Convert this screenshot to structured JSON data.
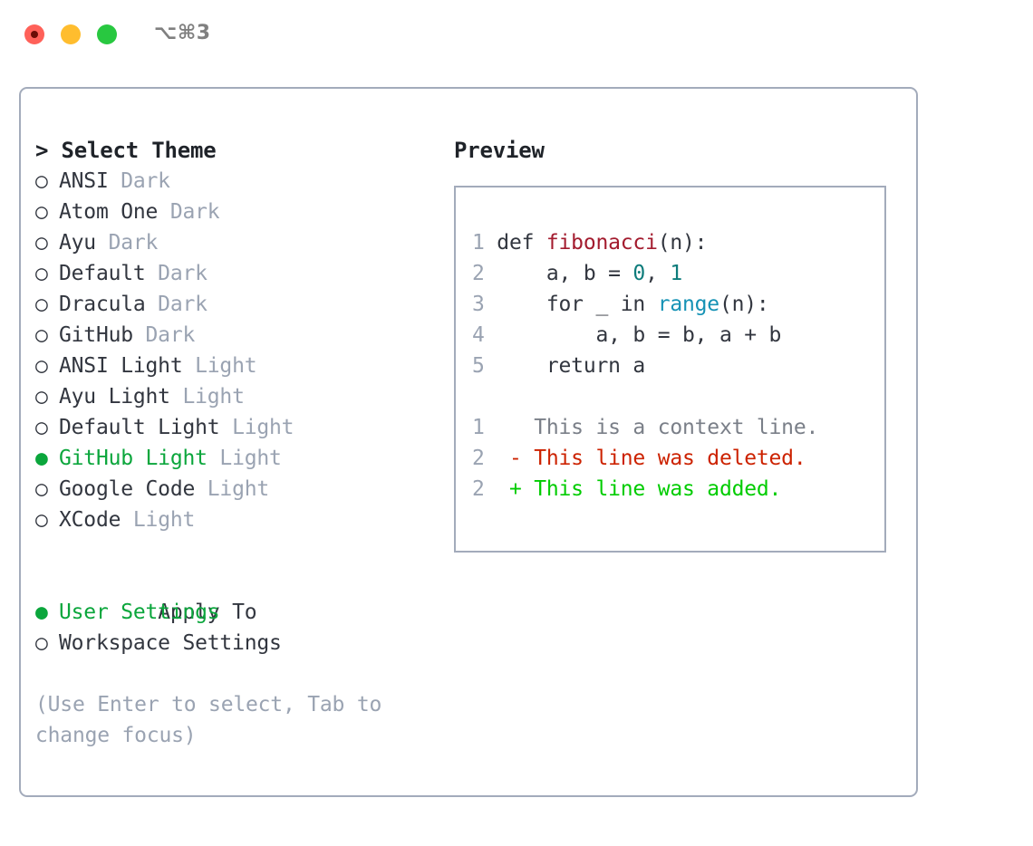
{
  "titlebar": {
    "shortcut": "⌥⌘3",
    "dots": [
      {
        "name": "close-dot",
        "color": "#ff6159"
      },
      {
        "name": "minimize-dot",
        "color": "#ffbd2e"
      },
      {
        "name": "maximize-dot",
        "color": "#28c840"
      }
    ]
  },
  "theme_panel": {
    "header": "> Select Theme",
    "items": [
      {
        "marker": "○",
        "name": "ANSI",
        "variant": "Dark",
        "selected": false
      },
      {
        "marker": "○",
        "name": "Atom One",
        "variant": "Dark",
        "selected": false
      },
      {
        "marker": "○",
        "name": "Ayu",
        "variant": "Dark",
        "selected": false
      },
      {
        "marker": "○",
        "name": "Default",
        "variant": "Dark",
        "selected": false
      },
      {
        "marker": "○",
        "name": "Dracula",
        "variant": "Dark",
        "selected": false
      },
      {
        "marker": "○",
        "name": "GitHub",
        "variant": "Dark",
        "selected": false
      },
      {
        "marker": "○",
        "name": "ANSI Light",
        "variant": "Light",
        "selected": false
      },
      {
        "marker": "○",
        "name": "Ayu Light",
        "variant": "Light",
        "selected": false
      },
      {
        "marker": "○",
        "name": "Default Light",
        "variant": "Light",
        "selected": false
      },
      {
        "marker": "●",
        "name": "GitHub Light",
        "variant": "Light",
        "selected": true
      },
      {
        "marker": "○",
        "name": "Google Code",
        "variant": "Light",
        "selected": false
      },
      {
        "marker": "○",
        "name": "XCode",
        "variant": "Light",
        "selected": false
      }
    ]
  },
  "apply_to": {
    "label": "Apply To",
    "options": [
      {
        "marker": "●",
        "name": "User Settings",
        "selected": true
      },
      {
        "marker": "○",
        "name": "Workspace Settings",
        "selected": false
      }
    ]
  },
  "hint": {
    "line1": "(Use Enter to select, Tab to",
    "line2": "change focus)"
  },
  "preview": {
    "title": "Preview",
    "code_lines": [
      {
        "num": "1",
        "indent": "",
        "tokens": [
          {
            "t": "def ",
            "c": "plain"
          },
          {
            "t": "fibonacci",
            "c": "kw-fn"
          },
          {
            "t": "(n):",
            "c": "plain"
          }
        ]
      },
      {
        "num": "2",
        "indent": "    ",
        "tokens": [
          {
            "t": "a, b = ",
            "c": "plain"
          },
          {
            "t": "0",
            "c": "kw-num"
          },
          {
            "t": ", ",
            "c": "plain"
          },
          {
            "t": "1",
            "c": "kw-num"
          }
        ]
      },
      {
        "num": "3",
        "indent": "    ",
        "tokens": [
          {
            "t": "for _ in ",
            "c": "plain"
          },
          {
            "t": "range",
            "c": "kw-call"
          },
          {
            "t": "(n):",
            "c": "plain"
          }
        ]
      },
      {
        "num": "4",
        "indent": "        ",
        "tokens": [
          {
            "t": "a, b = b, a + b",
            "c": "plain"
          }
        ]
      },
      {
        "num": "5",
        "indent": "    ",
        "tokens": [
          {
            "t": "return a",
            "c": "plain"
          }
        ]
      }
    ],
    "diff_lines": [
      {
        "num": "1",
        "sign": " ",
        "text": " This is a context line.",
        "kind": "diff-ctx"
      },
      {
        "num": "2",
        "sign": "-",
        "text": " This line was deleted.",
        "kind": "diff-del"
      },
      {
        "num": "2",
        "sign": "+",
        "text": " This line was added.",
        "kind": "diff-add"
      }
    ]
  },
  "colors": {
    "accent_green": "#0ba63c",
    "border": "#a3abbb",
    "muted": "#9aa3b2",
    "text": "#32363f",
    "diff_add": "#00cc00",
    "diff_del": "#cc2200",
    "fn": "#a31b2e",
    "num": "#0e7c7b",
    "call": "#1592b5"
  }
}
